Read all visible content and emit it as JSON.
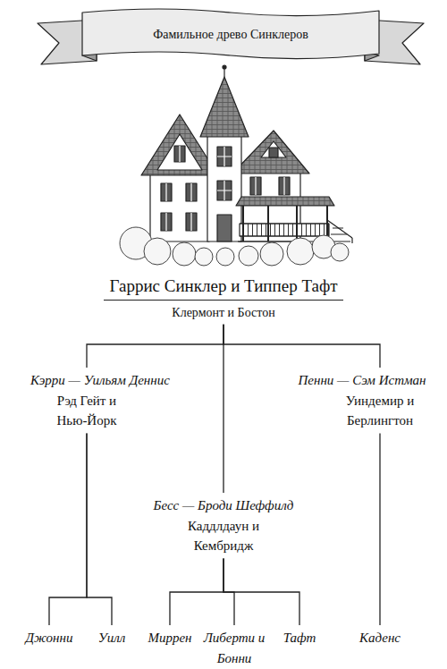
{
  "diagram": {
    "nodes": [
      {
        "text": [
          "Фамильное древо Синклеров"
        ]
      },
      {
        "text": [
          "Гаррис Синклер и Типпер Тафт",
          "Клермонт и Бостон"
        ]
      },
      {
        "text": [
          "Кэрри — Уильям Деннис",
          "Рэд Гейт и Нью-Йорк"
        ]
      },
      {
        "text": [
          "Бесс — Броди Шеффилд",
          "Каддлдаун и Кембридж"
        ]
      },
      {
        "text": [
          "Пенни — Сэм Истман",
          "Уиндемир и Берлингтон"
        ]
      },
      {
        "text": [
          "Джонни"
        ]
      },
      {
        "text": [
          "Уилл"
        ]
      },
      {
        "text": [
          "Миррен"
        ]
      },
      {
        "text": [
          "Либерти и Бонни"
        ]
      },
      {
        "text": [
          "Тафт"
        ]
      },
      {
        "text": [
          "Каденс"
        ]
      }
    ],
    "edges": [
      {
        "from": 1,
        "to": 2,
        "arrow": "none"
      },
      {
        "from": 1,
        "to": 3,
        "arrow": "none"
      },
      {
        "from": 1,
        "to": 4,
        "arrow": "none"
      },
      {
        "from": 2,
        "to": 5,
        "arrow": "none"
      },
      {
        "from": 2,
        "to": 6,
        "arrow": "none"
      },
      {
        "from": 3,
        "to": 7,
        "arrow": "none"
      },
      {
        "from": 3,
        "to": 8,
        "arrow": "none"
      },
      {
        "from": 3,
        "to": 9,
        "arrow": "none"
      },
      {
        "from": 4,
        "to": 10,
        "arrow": "none"
      }
    ]
  }
}
